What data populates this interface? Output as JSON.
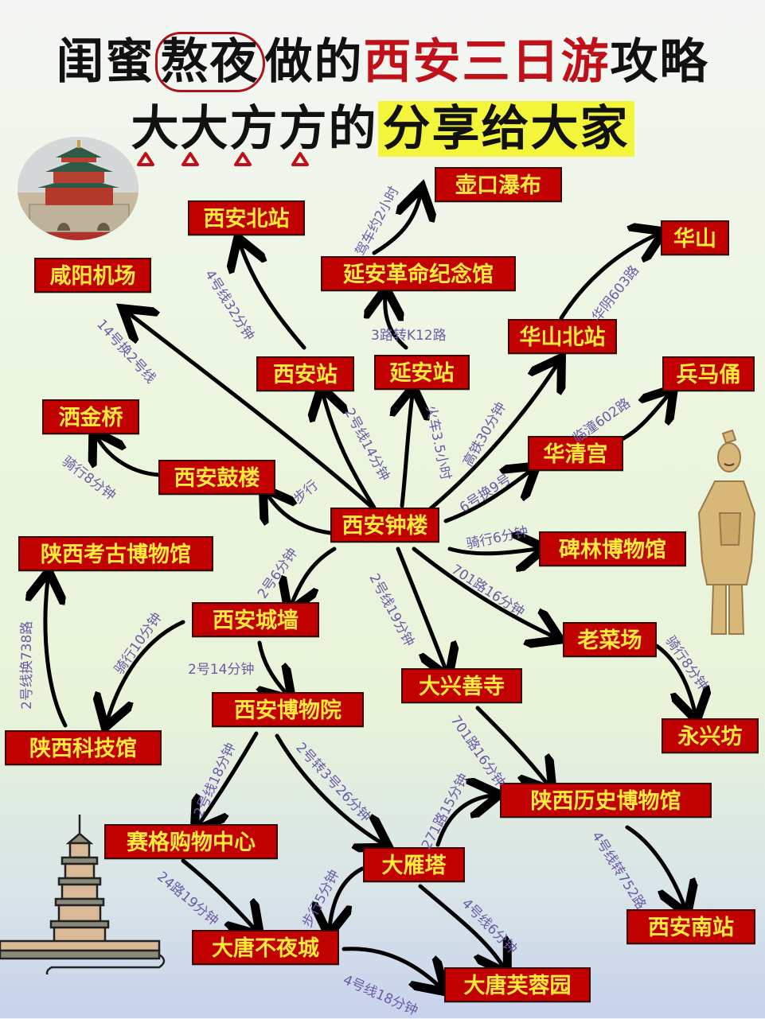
{
  "title": {
    "line1_part1": "闺蜜",
    "line1_circled": "熬夜",
    "line1_part2": "做的",
    "line1_red": "西安三日游",
    "line1_part3": "攻略",
    "line2_part1": "大大方方的",
    "line2_highlight": "分享给大家"
  },
  "colors": {
    "node_bg": "#c10000",
    "node_text": "#ffe93a",
    "label_text": "#6b5aa8",
    "arrow": "#000000",
    "title_red": "#c0101a",
    "highlight": "#f2f53a"
  },
  "images": {
    "top_left": "bell-tower-photo",
    "right": "terracotta-warrior-illustration",
    "bottom_left": "giant-wild-goose-pagoda-illustration"
  },
  "nodes": {
    "hukou": "壶口瀑布",
    "beizhan": "西安北站",
    "yanan_museum": "延安革命纪念馆",
    "huashan": "华山",
    "xianyang": "咸阳机场",
    "huashan_north": "华山北站",
    "xian_station": "西安站",
    "yanan_station": "延安站",
    "bingmayong": "兵马俑",
    "sajinqiao": "洒金桥",
    "huaqing": "华清宫",
    "drum_tower": "西安鼓楼",
    "bell_tower": "西安钟楼",
    "beilin": "碑林博物馆",
    "archaeology": "陕西考古博物馆",
    "city_wall": "西安城墙",
    "laocaichang": "老菜场",
    "daxingshan": "大兴善寺",
    "xian_museum": "西安博物院",
    "yongxingfang": "永兴坊",
    "science_museum": "陕西科技馆",
    "history_museum": "陕西历史博物馆",
    "saige": "赛格购物中心",
    "dayanta": "大雁塔",
    "south_station": "西安南站",
    "datang_night": "大唐不夜城",
    "furong": "大唐芙蓉园"
  },
  "routes": {
    "yanan_to_hukou": "驾车约2小时",
    "yanan_station_to_museum": "3路转K12路",
    "huashan_north_to_huashan": "华阴603路",
    "bell_to_beizhan": "4号线32分钟",
    "bell_to_xianyang": "14号换2号线",
    "bell_to_xian_station": "2号线14分钟",
    "bell_to_yanan_station": "火车3.5小时",
    "bell_to_huashan_north": "高铁30分钟",
    "huaqing_to_bingmayong": "临潼602路",
    "bell_to_huaqing": "6号换9号",
    "drum_to_sajinqiao": "骑行8分钟",
    "bell_to_drum": "步行",
    "bell_to_beilin": "骑行6分钟",
    "bell_to_city_wall": "2号6分钟",
    "bell_to_laocaichang": "701路16分钟",
    "bell_to_daxingshan": "2号线19分钟",
    "laocaichang_to_yongxingfang": "骑行8分钟",
    "science_to_archaeology": "2号线换738路",
    "wall_to_science": "骑行10分钟",
    "wall_to_xian_museum": "2号14分钟",
    "daxingshan_to_history": "701路16分钟",
    "xian_museum_to_saige": "2号线18分钟",
    "xian_museum_to_dayanta": "2号转3号26分钟",
    "dayanta_to_history": "271路15分钟",
    "history_to_south": "4号线转752路",
    "saige_to_datang": "24路19分钟",
    "dayanta_to_datang": "步行5分钟",
    "dayanta_to_furong": "4号线6分钟",
    "datang_to_furong": "4号线18分钟"
  }
}
